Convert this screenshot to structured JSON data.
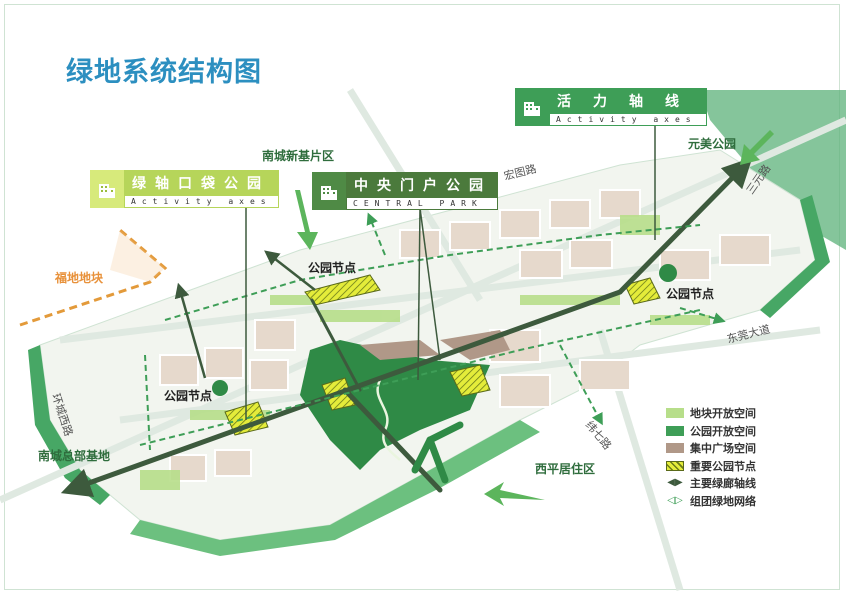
{
  "title": "绿地系统结构图",
  "callouts": {
    "green_axis": {
      "cn": "绿轴口袋公园",
      "en": "Activity axes"
    },
    "central": {
      "cn": "中央门户公园",
      "en": "CENTRAL PARK"
    },
    "activity": {
      "cn": "活力轴线",
      "en": "Activity axes"
    }
  },
  "places": {
    "nancheng_new": "南城新基片区",
    "fudi": "福地地块",
    "yuanmei": "元美公园",
    "xiping": "西平居住区",
    "nancheng_hq": "南城总部基地"
  },
  "nodes": {
    "top": "公园节点",
    "right": "公园节点",
    "left": "公园节点"
  },
  "roads": {
    "hongtu": "宏图路",
    "sanyuan": "三元路",
    "dongguan": "东莞大道",
    "weiqi": "纬七路",
    "huancheng": "环城西路"
  },
  "legend": [
    {
      "label": "地块开放空间",
      "color": "#b7de8a",
      "kind": "swatch"
    },
    {
      "label": "公园开放空间",
      "color": "#3e9e57",
      "kind": "swatch"
    },
    {
      "label": "集中广场空间",
      "color": "#b09888",
      "kind": "swatch"
    },
    {
      "label": "重要公园节点",
      "color": "#e4ec3a",
      "kind": "hatch"
    },
    {
      "label": "主要绿廊轴线",
      "color": "#3d5a3d",
      "kind": "arrow",
      "glyph": "◀ - ▶"
    },
    {
      "label": "组团绿地网络",
      "color": "#3e9e57",
      "kind": "arrow",
      "glyph": "◀ - - ▶"
    }
  ]
}
